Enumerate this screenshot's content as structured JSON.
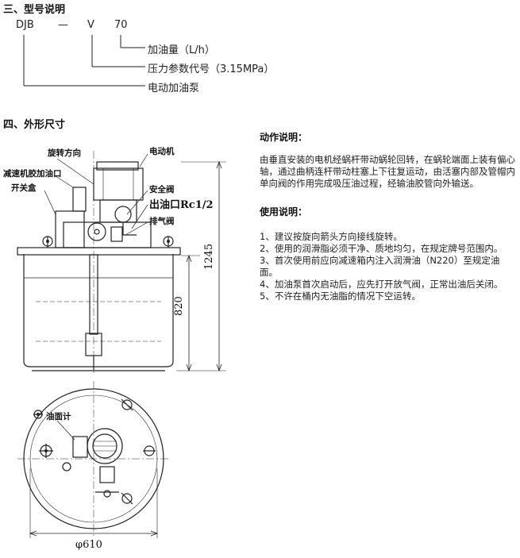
{
  "model": {
    "heading": "三、型号说明",
    "codes": [
      "DJB",
      "—",
      "V",
      "70"
    ],
    "legend": [
      "加油量（L/h）",
      "压力参数代号（3.15MPa）",
      "电动加油泵"
    ]
  },
  "shape": {
    "heading": "四、外形尺寸"
  },
  "drawing": {
    "labels": {
      "rotation": "旋转方向",
      "motor": "电动机",
      "reducer": "减速机胶加油口",
      "switch": "开关盒",
      "safety_valve": "安全阀",
      "outlet": "出油口Rc1/2",
      "vent_valve": "排气阀",
      "oil_gauge": "油面计"
    },
    "dims": {
      "total_height": "1245",
      "barrel_height": "820",
      "diameter": "φ610"
    }
  },
  "action": {
    "title": "动作说明：",
    "text": "由垂直安装的电机经蜗杆带动蜗轮回转，在蜗轮端面上装有偏心轴，通过曲柄连杆带动柱塞上下往复运动，由活塞内部及管帽内单向阀的作用完成吸压油过程，经输油胶管向外输送。"
  },
  "usage": {
    "title": "使用说明：",
    "items": [
      "1、建议按旋向箭头方向接线旋转。",
      "2、使用的润滑脂必须干净、质地均匀，在规定牌号范围内。",
      "3、首次使用前应向减速箱内注入润滑油（N220）至规定油面。",
      "4、加油泵首次启动后，应先打开放气阀，正常出油后关闭。",
      "5、不许在桶内无油脂的情况下空运转。"
    ]
  }
}
